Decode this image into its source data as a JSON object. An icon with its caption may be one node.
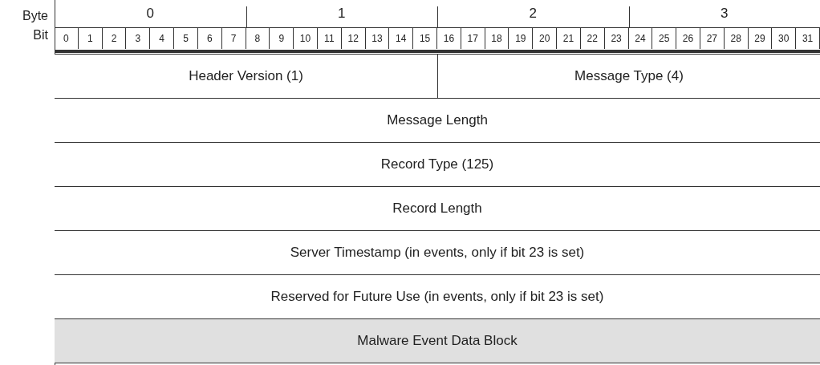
{
  "diagram": {
    "labels": [
      "Byte",
      "0",
      "1",
      "2",
      "3",
      "Bit",
      "0",
      "1",
      "2",
      "3",
      "4",
      "5",
      "6",
      "7",
      "8",
      "9",
      "10",
      "11",
      "12",
      "13",
      "14",
      "15",
      "16",
      "17",
      "18",
      "19",
      "20",
      "21",
      "22",
      "23",
      "24",
      "25",
      "26",
      "27",
      "28",
      "29",
      "30",
      "31",
      "Header Version (1)",
      "Message Type (4)",
      "Message Length",
      "Record Type (125)",
      "Record Length",
      "Server Timestamp (in events, only if bit 23 is set)",
      "Reserved for Future Use (in events, only if bit 23 is set)",
      "Malware Event Data Block"
    ]
  }
}
